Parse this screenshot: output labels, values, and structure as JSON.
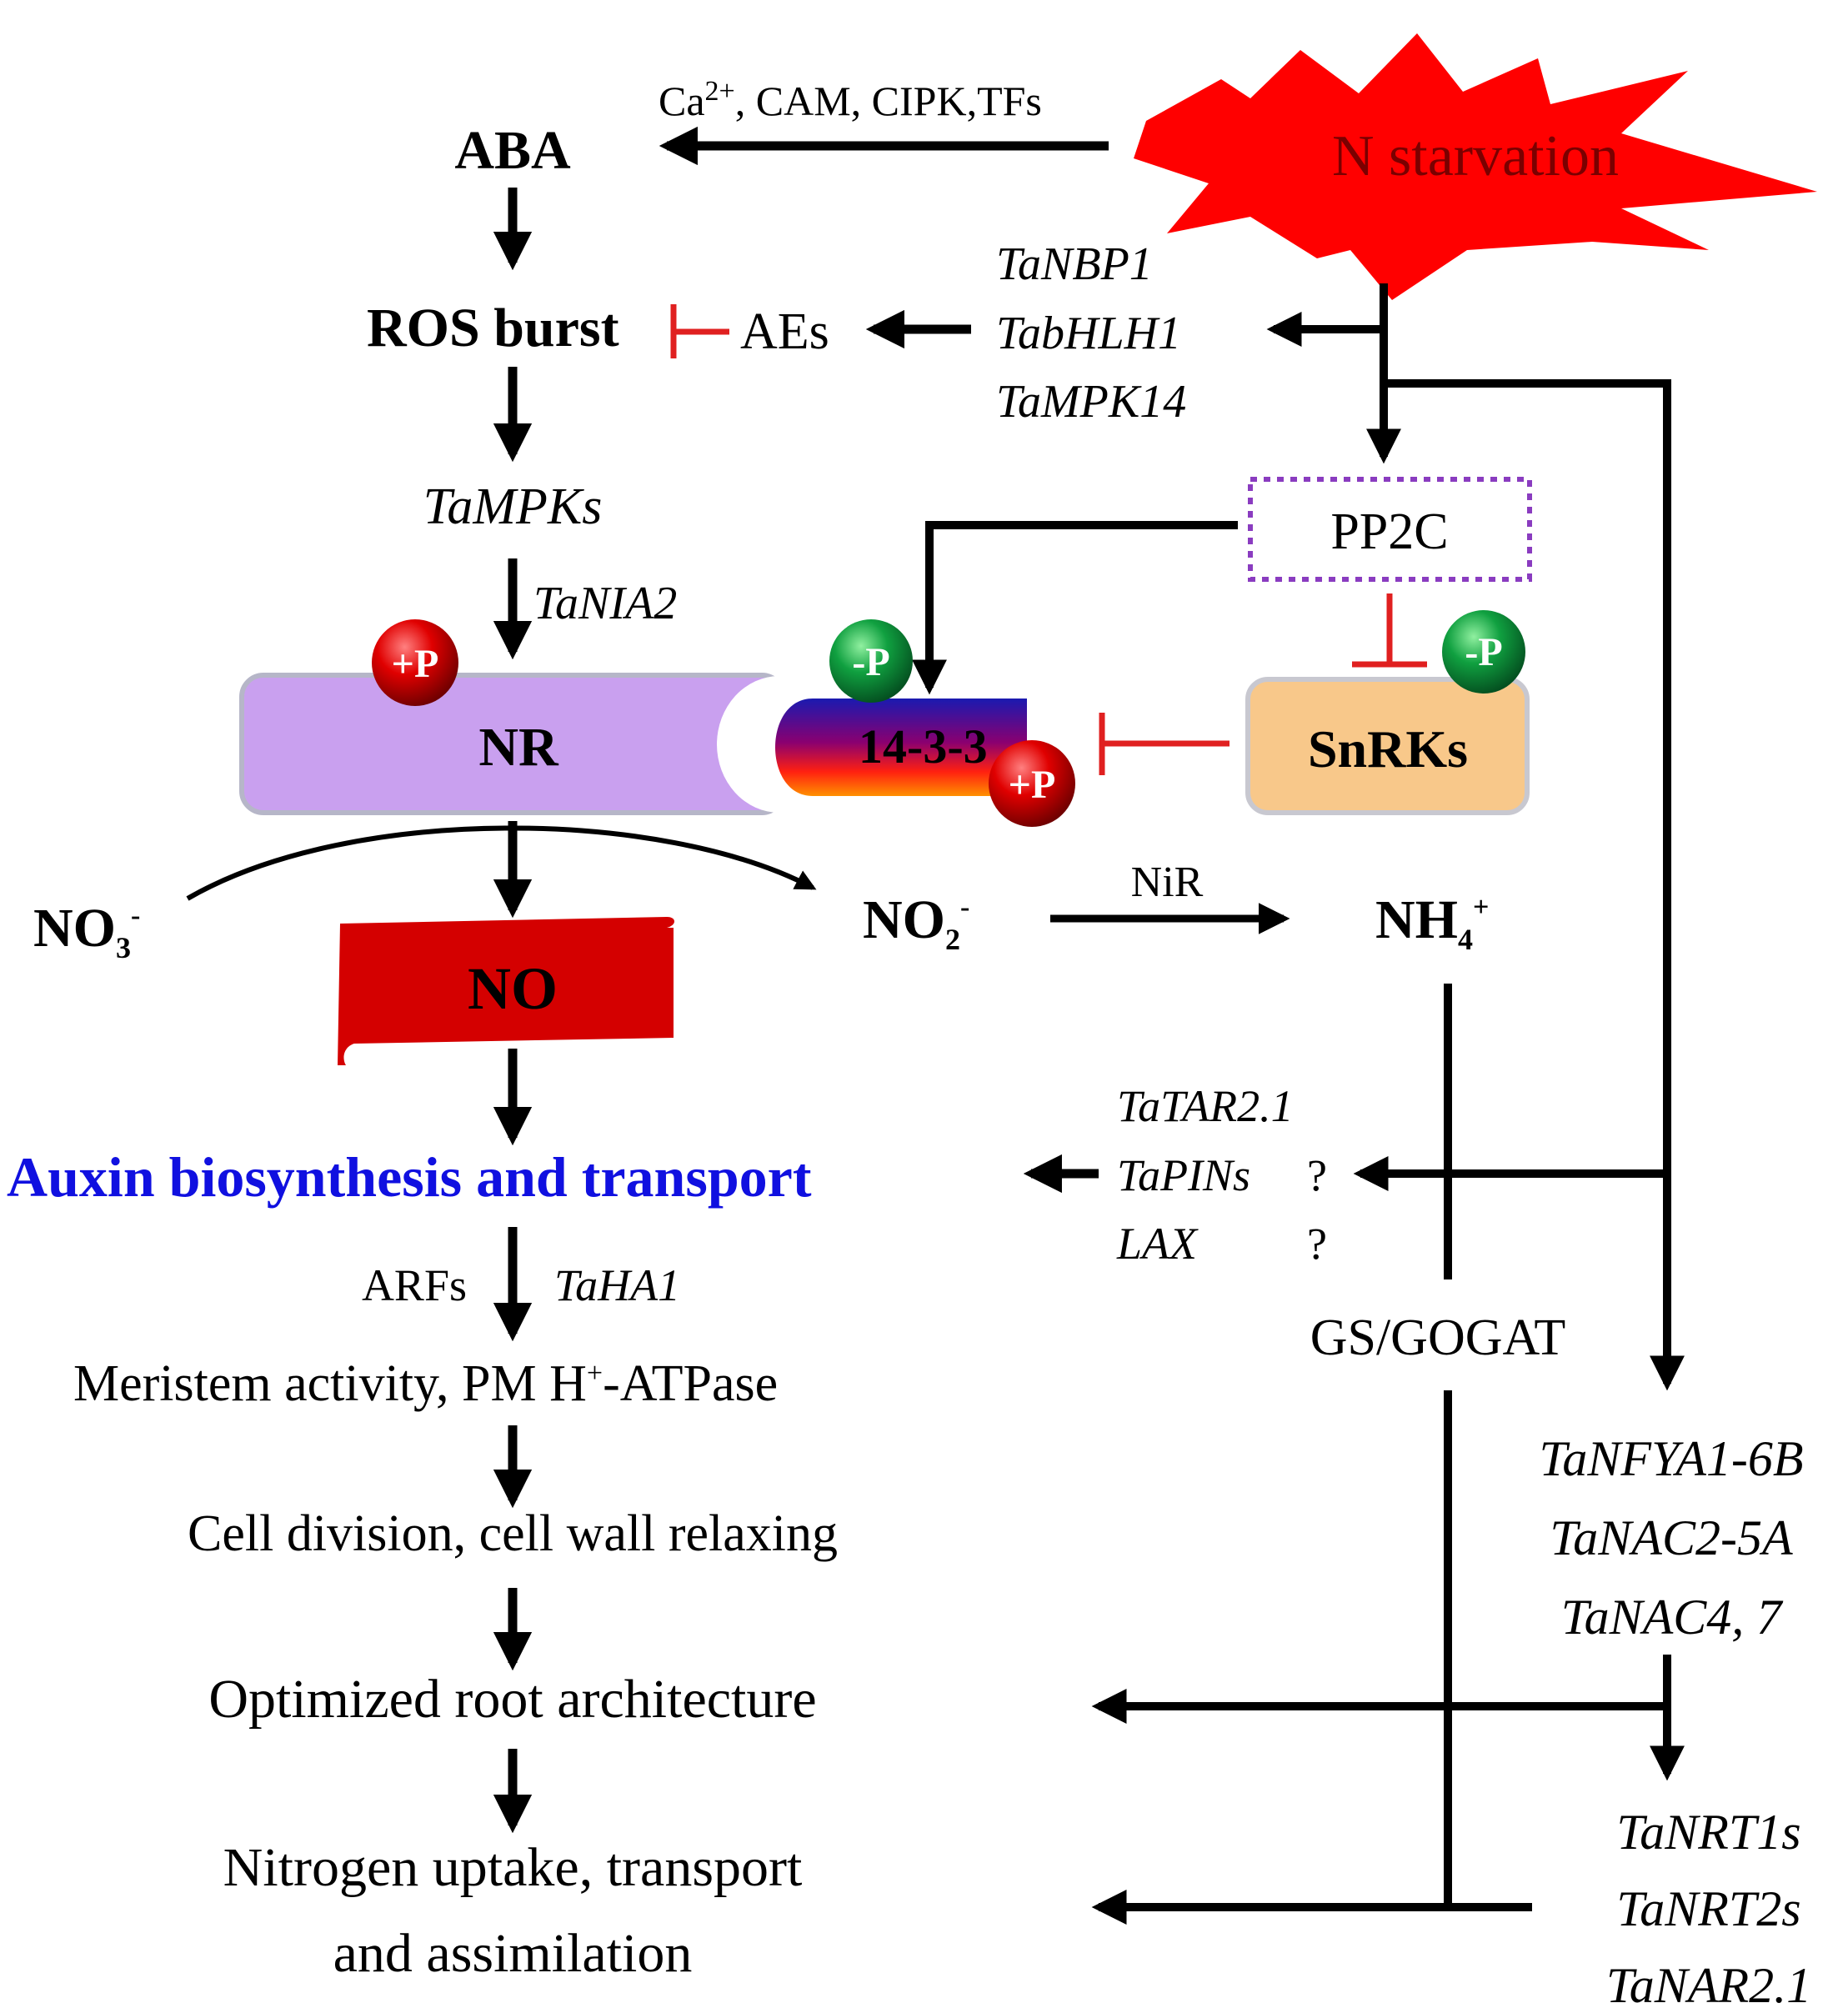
{
  "nodes": {
    "n_starvation": "N starvation",
    "aba": "ABA",
    "aba_mediators": "Ca",
    "aba_mediators_sup": "2+",
    "aba_mediators_rest": ", CAM, CIPK,TFs",
    "ros_burst": "ROS burst",
    "aes": "AEs",
    "tampks": "TaMPKs",
    "tania2": "TaNIA2",
    "nr": "NR",
    "protein_1433": "14-3-3",
    "pp2c": "PP2C",
    "snrks": "SnRKs",
    "phos_plus": "+P",
    "phos_minus": "-P",
    "no3": "NO",
    "no3_sub": "3",
    "no3_sup": "-",
    "no": "NO",
    "no2": "NO",
    "no2_sub": "2",
    "no2_sup": "-",
    "nir": "NiR",
    "nh4": "NH",
    "nh4_sub": "4",
    "nh4_sup": "+",
    "auxin": "Auxin biosynthesis and transport",
    "arfs": "ARFs",
    "taha1": "TaHA1",
    "meristem": "Meristem activity, PM H",
    "meristem_sup": "+",
    "meristem_rest": "-ATPase",
    "cell_division": "Cell division, cell wall relaxing",
    "root_arch": "Optimized root architecture",
    "n_uptake_line1": "Nitrogen uptake,  transport",
    "n_uptake_line2": "and assimilation",
    "gs_gogat": "GS/GOGAT",
    "question": "?"
  },
  "gene_groups": {
    "starvation_genes": [
      "TaNBP1",
      "TabHLH1",
      "TaMPK14"
    ],
    "auxin_genes": [
      "TaTAR2.1",
      "TaPINs",
      "LAX"
    ],
    "tf_genes": [
      "TaNFYA1-6B",
      "TaNAC2-5A",
      "TaNAC4, 7"
    ],
    "transporter_genes": [
      "TaNRT1s",
      "TaNRT2s",
      "TaNAR2.1"
    ]
  },
  "colors": {
    "starburst": "#ff0000",
    "starburst_text": "#7a0000",
    "inhibition": "#e02020",
    "nr_box": "#c9a0ef",
    "no_box": "#d40000",
    "snrk_box": "#f8c88a",
    "pp2c_border": "#8a3cc0",
    "auxin_text": "#1010e0",
    "phos_plus": "#cc0000",
    "phos_minus": "#12a040"
  }
}
